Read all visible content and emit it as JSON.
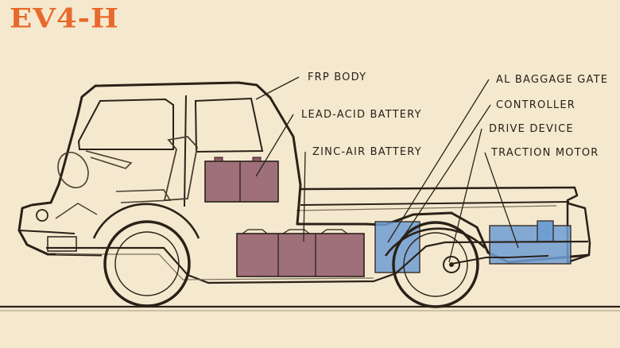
{
  "title": "EV4-H",
  "labels": {
    "frp_body": "FRP BODY",
    "lead_acid_battery": "LEAD-ACID BATTERY",
    "zinc_air_battery": "ZINC-AIR BATTERY",
    "al_baggage_gate": "AL BAGGAGE GATE",
    "controller": "CONTROLLER",
    "drive_device": "DRIVE DEVICE",
    "traction_motor": "TRACTION MOTOR"
  },
  "colors": {
    "background": "#f4e9cf",
    "title": "#e86a2a",
    "battery": "#8f5a6a",
    "electric_components": "#6f9ed3",
    "outline": "#2a2118"
  }
}
